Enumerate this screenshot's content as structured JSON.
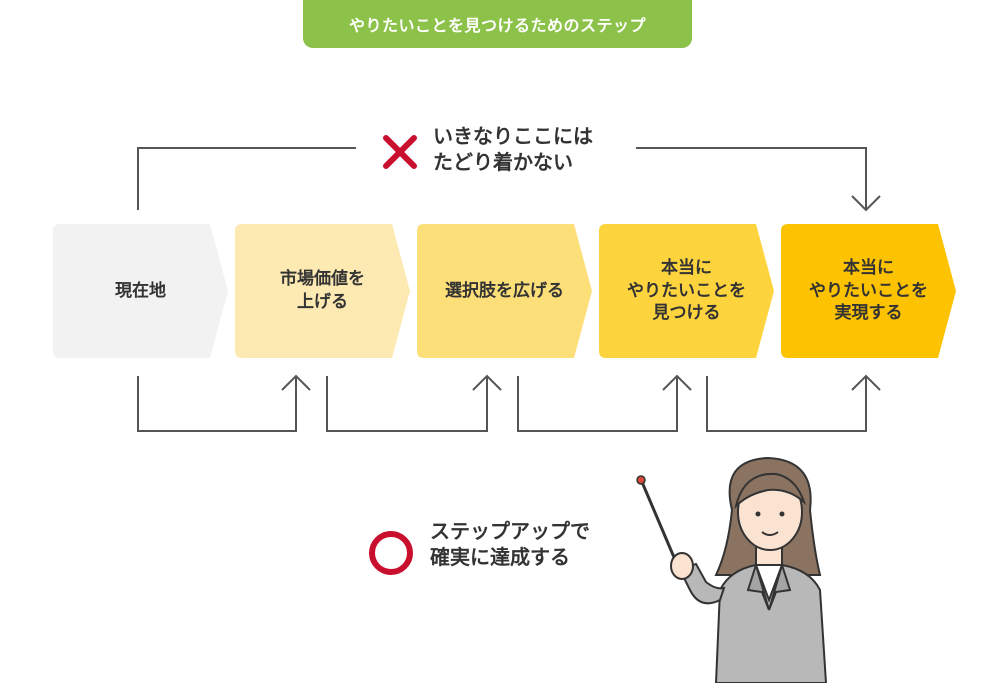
{
  "header": {
    "title": "やりたいことを見つけるためのステップ"
  },
  "steps": [
    {
      "label": "現在地",
      "color": "#f2f2f2"
    },
    {
      "label": "市場価値を\n上げる",
      "color": "#fde9b2"
    },
    {
      "label": "選択肢を広げる",
      "color": "#fddf7a"
    },
    {
      "label": "本当に\nやりたいことを\n見つける",
      "color": "#fdd43d"
    },
    {
      "label": "本当に\nやりたいことを\n実現する",
      "color": "#fdc200"
    }
  ],
  "bad_path": {
    "label": "いきなりここには\nたどり着かない",
    "icon": "cross-icon",
    "color": "#c8102e"
  },
  "good_path": {
    "label": "ステップアップで\n確実に達成する",
    "icon": "circle-icon",
    "color": "#c8102e"
  },
  "colors": {
    "accent_green": "#8dc24a",
    "line": "#555555"
  }
}
